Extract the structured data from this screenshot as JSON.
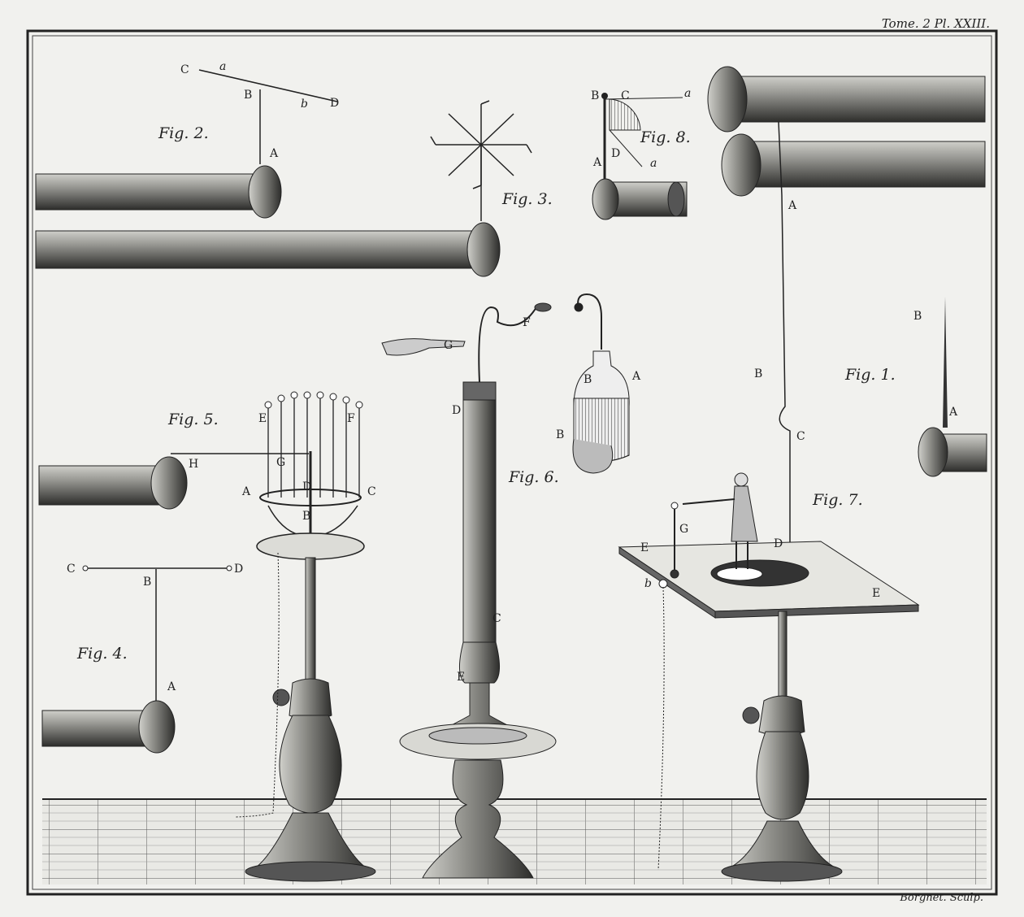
{
  "header": "Tome. 2 Pl. XXIII.",
  "credit": "Borgnet. Sculp.",
  "figures": {
    "fig1": "Fig. 1.",
    "fig2": "Fig. 2.",
    "fig3": "Fig. 3.",
    "fig4": "Fig. 4.",
    "fig5": "Fig. 5.",
    "fig6": "Fig. 6.",
    "fig7": "Fig. 7.",
    "fig8": "Fig. 8."
  },
  "letters": {
    "A": "A",
    "B": "B",
    "C": "C",
    "D": "D",
    "E": "E",
    "F": "F",
    "G": "G",
    "H": "H",
    "a": "a",
    "b": "b"
  }
}
